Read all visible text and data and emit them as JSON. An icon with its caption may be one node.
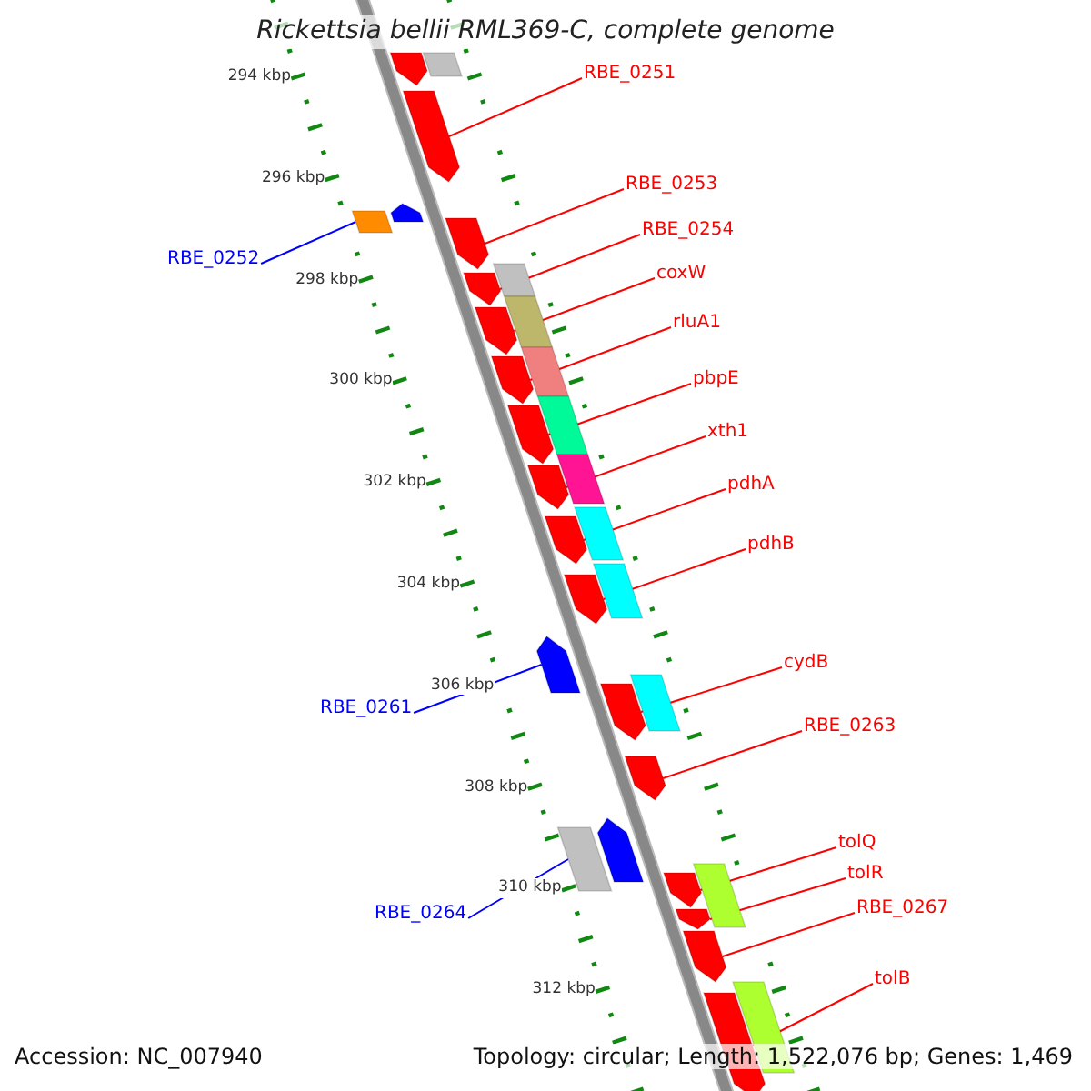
{
  "diagram": {
    "title": "Rickettsia bellii RML369-C, complete genome",
    "nodes": [
      {
        "text": [
          "RBE_0251"
        ]
      },
      {
        "text": [],
        "shape": "bar"
      },
      {
        "text": [
          "RBE_0253"
        ]
      },
      {
        "text": [],
        "shape": "bar"
      },
      {
        "text": [
          "RBE_0252"
        ]
      },
      {
        "text": [],
        "shape": "bar"
      },
      {
        "text": [
          "RBE_0254"
        ]
      },
      {
        "text": [],
        "shape": "bar"
      },
      {
        "text": [
          "coxW"
        ]
      },
      {
        "text": [],
        "shape": "bar"
      },
      {
        "text": [
          "rluA1"
        ]
      },
      {
        "text": [],
        "shape": "bar"
      },
      {
        "text": [
          "pbpE"
        ]
      },
      {
        "text": [],
        "shape": "bar"
      },
      {
        "text": [
          "xth1"
        ]
      },
      {
        "text": [],
        "shape": "bar"
      },
      {
        "text": [
          "pdhA"
        ]
      },
      {
        "text": [],
        "shape": "bar"
      },
      {
        "text": [
          "pdhB"
        ]
      },
      {
        "text": [],
        "shape": "bar"
      },
      {
        "text": [
          "cydB"
        ]
      },
      {
        "text": [],
        "shape": "bar"
      },
      {
        "text": [
          "RBE_0261"
        ]
      },
      {
        "text": [],
        "shape": "bar"
      },
      {
        "text": [
          "RBE_0263"
        ]
      },
      {
        "text": [],
        "shape": "bar"
      },
      {
        "text": [
          "tolQ"
        ]
      },
      {
        "text": [],
        "shape": "bar"
      },
      {
        "text": [
          "tolR"
        ]
      },
      {
        "text": [],
        "shape": "bar"
      },
      {
        "text": [
          "RBE_0264"
        ]
      },
      {
        "text": [],
        "shape": "bar"
      },
      {
        "text": [
          "RBE_0267"
        ]
      },
      {
        "text": [],
        "shape": "bar"
      },
      {
        "text": [
          "tolB"
        ]
      },
      {
        "text": [],
        "shape": "bar"
      },
      {
        "text": [],
        "shape": "bar"
      },
      {
        "text": [],
        "shape": "bar"
      },
      {
        "text": [],
        "shape": "bar"
      },
      {
        "text": [],
        "shape": "bar"
      },
      {
        "text": [],
        "shape": "bar"
      },
      {
        "text": [],
        "shape": "bar"
      },
      {
        "text": [],
        "shape": "bar"
      },
      {
        "text": [],
        "shape": "bar"
      },
      {
        "text": [],
        "shape": "bar"
      },
      {
        "text": [],
        "shape": "bar"
      },
      {
        "text": [],
        "shape": "bar"
      },
      {
        "text": [],
        "shape": "bar"
      },
      {
        "text": [],
        "shape": "bar"
      },
      {
        "text": [],
        "shape": "bar"
      }
    ],
    "edges": [
      {
        "from": 0,
        "to": 1,
        "arrow": "none"
      },
      {
        "from": 2,
        "to": 3,
        "arrow": "none"
      },
      {
        "from": 4,
        "to": 5,
        "arrow": "none",
        "color": "#0000ff"
      },
      {
        "from": 6,
        "to": 7,
        "arrow": "none"
      },
      {
        "from": 8,
        "to": 9,
        "arrow": "none"
      },
      {
        "from": 10,
        "to": 11,
        "arrow": "none"
      },
      {
        "from": 12,
        "to": 13,
        "arrow": "none"
      },
      {
        "from": 14,
        "to": 15,
        "arrow": "none"
      },
      {
        "from": 16,
        "to": 17,
        "arrow": "none"
      },
      {
        "from": 18,
        "to": 19,
        "arrow": "none"
      },
      {
        "from": 20,
        "to": 21,
        "arrow": "none"
      },
      {
        "from": 22,
        "to": 23,
        "arrow": "none",
        "color": "#0000ff"
      },
      {
        "from": 24,
        "to": 25,
        "arrow": "none"
      },
      {
        "from": 26,
        "to": 27,
        "arrow": "none"
      },
      {
        "from": 28,
        "to": 29,
        "arrow": "none"
      },
      {
        "from": 30,
        "to": 31,
        "arrow": "none",
        "color": "#0000ff"
      },
      {
        "from": 32,
        "to": 33,
        "arrow": "none"
      },
      {
        "from": 34,
        "to": 35,
        "arrow": "none"
      }
    ],
    "labels": [
      "294 kbp",
      "296 kbp",
      "298 kbp",
      "300 kbp",
      "302 kbp",
      "304 kbp",
      "306 kbp",
      "308 kbp",
      "310 kbp",
      "312 kbp",
      "Accession: NC_007940",
      "Topology: circular; Length: 1,522,076 bp; Genes: 1,469"
    ]
  }
}
